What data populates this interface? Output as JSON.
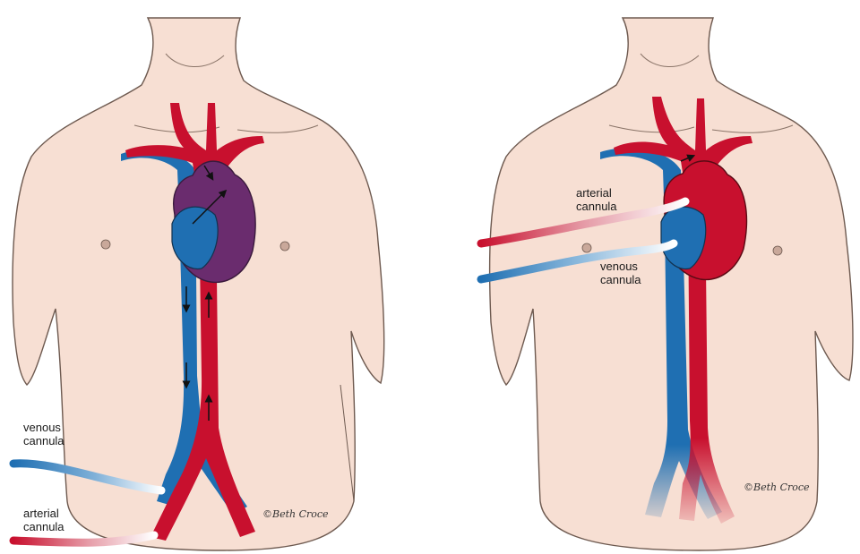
{
  "left_panel": {
    "venous_label_1": "venous",
    "venous_label_2": "cannula",
    "arterial_label_1": "arterial",
    "arterial_label_2": "cannula",
    "signature": "©Beth Croce"
  },
  "right_panel": {
    "arterial_label_1": "arterial",
    "arterial_label_2": "cannula",
    "venous_label_1": "venous",
    "venous_label_2": "cannula",
    "signature": "©Beth Croce"
  },
  "colors": {
    "skin": "#f7dfd3",
    "skin_line": "#6e5a50",
    "artery": "#c8102e",
    "vein": "#1f6fb2",
    "mixed_heart": "#6a2c6e",
    "background": "#ffffff"
  },
  "icons": [
    "torso-illustration",
    "heart-icon",
    "aorta-icon",
    "vena-cava-icon",
    "cannula-tube"
  ]
}
